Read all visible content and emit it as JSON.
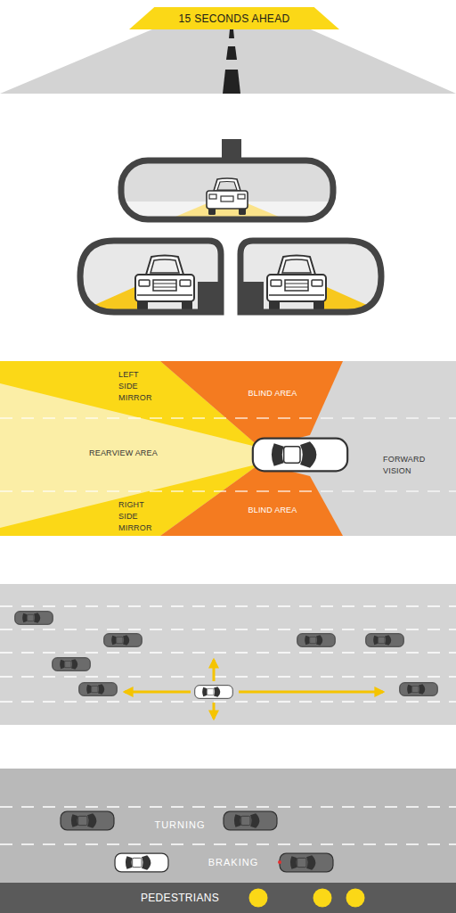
{
  "diagram": {
    "nodes": [
      {
        "text": [
          "15 SECONDS AHEAD"
        ]
      },
      {
        "text": [
          "PEDESTRIANS"
        ]
      }
    ],
    "labels": [
      "LEFT SIDE MIRROR",
      "BLIND AREA",
      "REARVIEW AREA",
      "FORWARD VISION",
      "RIGHT SIDE MIRROR",
      "BLIND AREA",
      "TURNING",
      "BRAKING"
    ]
  }
}
